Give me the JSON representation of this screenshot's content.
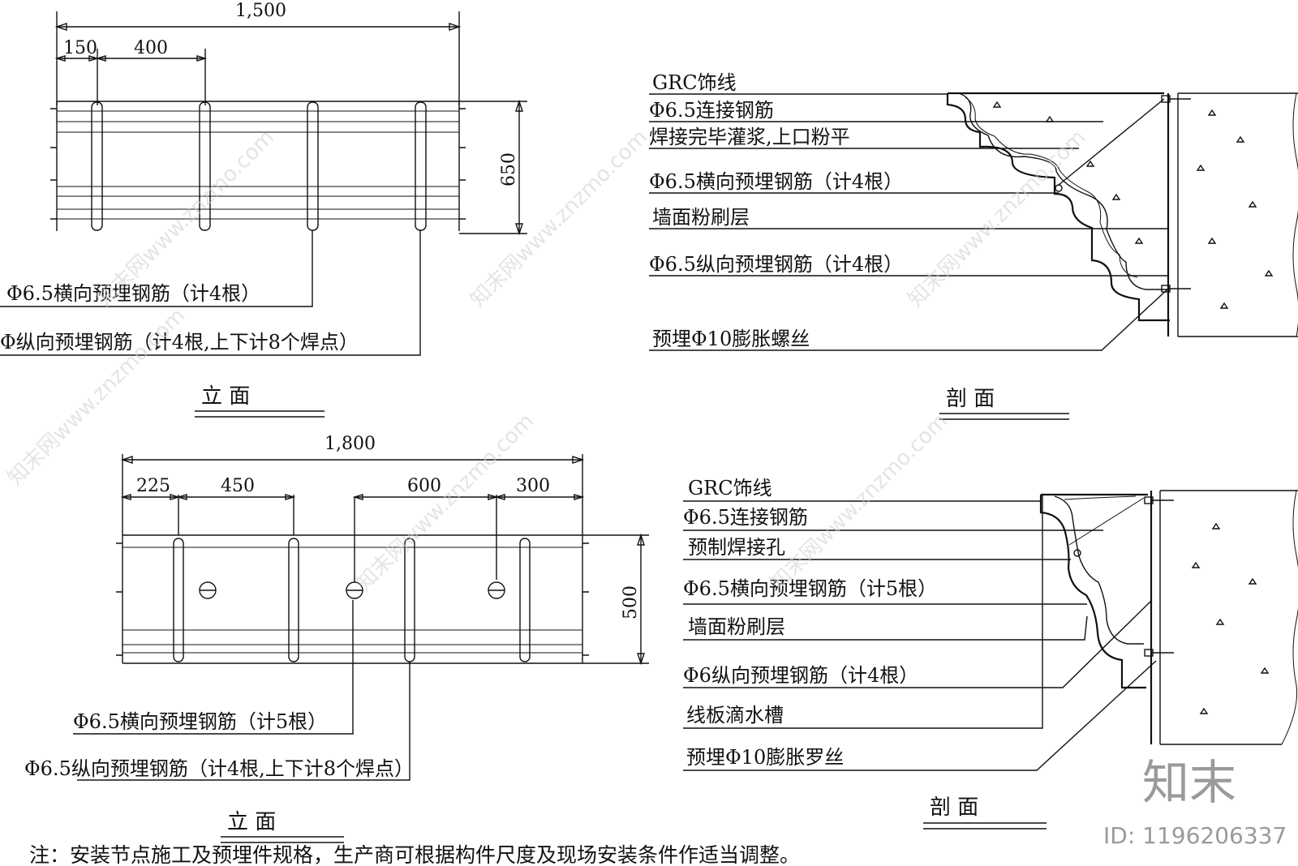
{
  "panel1": {
    "dims": {
      "total": "1,500",
      "d1": "150",
      "d2": "400",
      "height": "650"
    },
    "callouts": [
      "Φ6.5横向预埋钢筋（计4根）",
      "Φ纵向预埋钢筋（计4根,上下计8个焊点）"
    ],
    "title": "立    面"
  },
  "panel2": {
    "labels": [
      "GRC饰线",
      "Φ6.5连接钢筋",
      "焊接完毕灌浆,上口粉平",
      "Φ6.5横向预埋钢筋（计4根）",
      "墙面粉刷层",
      "Φ6.5纵向预埋钢筋（计4根）",
      "预埋Φ10膨胀螺丝"
    ],
    "title": "剖    面"
  },
  "panel3": {
    "dims": {
      "total": "1,800",
      "d1": "225",
      "d2": "450",
      "d3": "600",
      "d4": "300",
      "height": "500"
    },
    "callouts": [
      "Φ6.5横向预埋钢筋（计5根）",
      "Φ6.5纵向预埋钢筋（计4根,上下计8个焊点）"
    ],
    "title": "立    面"
  },
  "panel4": {
    "labels": [
      "GRC饰线",
      "Φ6.5连接钢筋",
      "预制焊接孔",
      "Φ6.5横向预埋钢筋（计5根）",
      "墙面粉刷层",
      "Φ6纵向预埋钢筋（计4根）",
      "线板滴水槽",
      "预埋Φ10膨胀罗丝"
    ],
    "title": "剖    面"
  },
  "note": "注：安装节点施工及预埋件规格，生产商可根据构件尺度及现场安装条件作适当调整。",
  "watermark": {
    "text": "知末网www.znzmo.com",
    "brand": "知末",
    "id": "ID: 1196206337"
  }
}
